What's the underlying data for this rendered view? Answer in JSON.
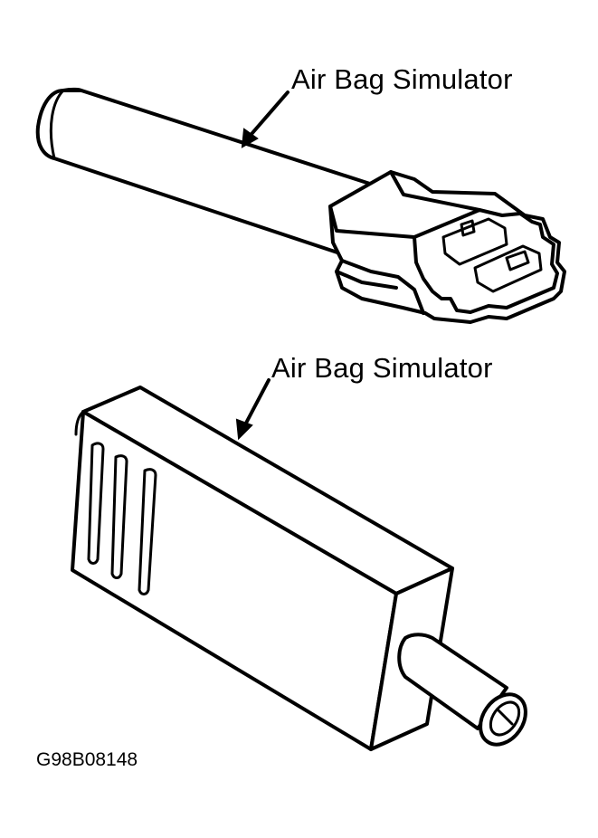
{
  "labels": {
    "top_simulator": "Air Bag Simulator",
    "bottom_simulator": "Air Bag Simulator"
  },
  "figure_code": "G98B08148",
  "colors": {
    "ink": "#000000",
    "paper": "#ffffff"
  }
}
